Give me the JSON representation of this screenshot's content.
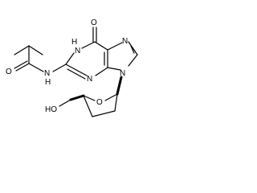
{
  "molecule": {
    "atoms": {
      "oxygen_top": "O",
      "nh_ring": "H",
      "n_ring_label": "N",
      "n_amide": "N",
      "h_amide": "H",
      "o_amide": "O",
      "n_ring_bottom": "N",
      "n_ring_right": "N",
      "n9": "N",
      "o_sugar": "O",
      "ho": "HO"
    }
  }
}
